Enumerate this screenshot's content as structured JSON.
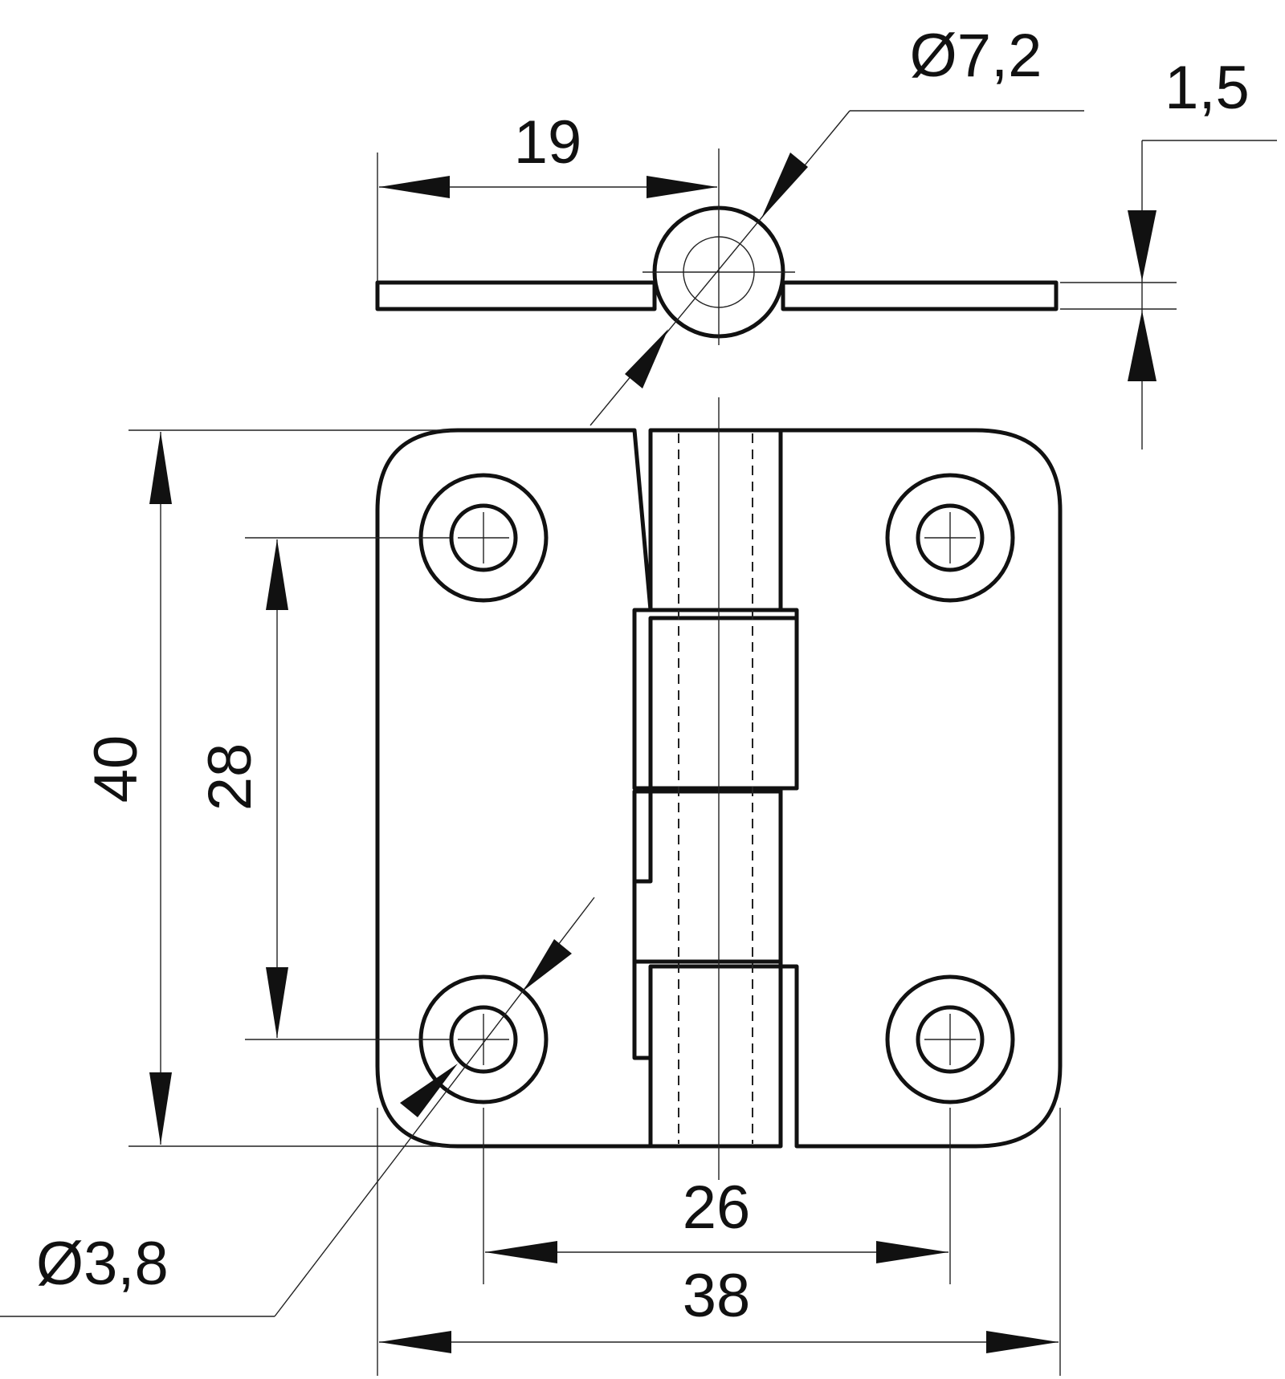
{
  "dimensions": {
    "pin_diameter": "Ø7,2",
    "leaf_thickness": "1,5",
    "side_width": "19",
    "height_total": "40",
    "hole_spacing_vertical": "28",
    "hole_spacing_horizontal": "26",
    "width_total": "38",
    "hole_diameter": "Ø3,8"
  }
}
